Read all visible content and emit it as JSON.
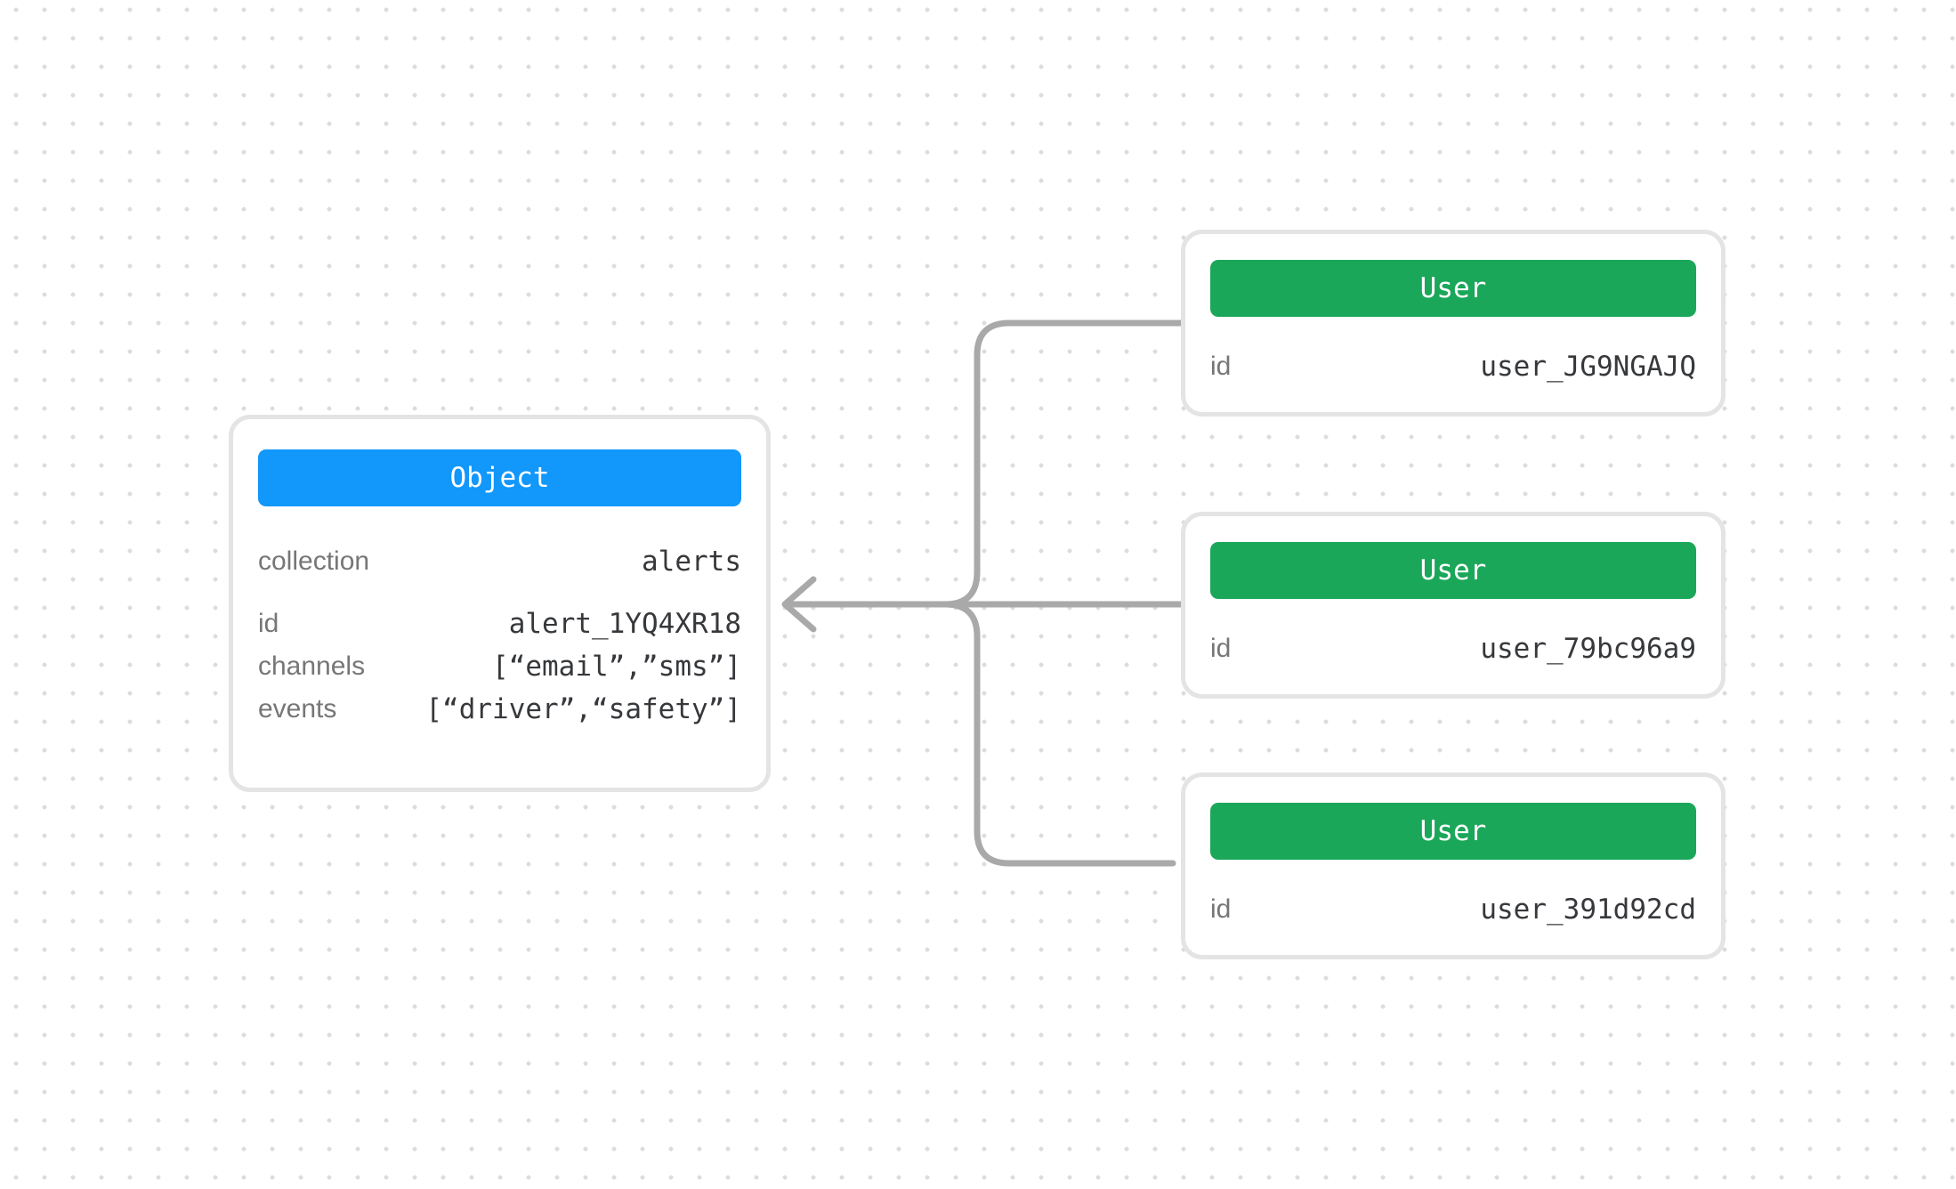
{
  "canvas": {
    "background": "#ffffff",
    "dot_color": "#dcdcdc"
  },
  "colors": {
    "object_header": "#1297fb",
    "user_header": "#1ba75a",
    "connector": "#a9a9a9",
    "card_border": "#e4e4e4",
    "label_text": "#767676",
    "value_text": "#36383b"
  },
  "object_card": {
    "title": "Object",
    "fields": [
      {
        "label": "collection",
        "value": "alerts"
      },
      {
        "label": "id",
        "value": "alert_1YQ4XR18"
      },
      {
        "label": "channels",
        "value": "[“email”,”sms”]"
      },
      {
        "label": "events",
        "value": "[“driver”,“safety”]"
      }
    ]
  },
  "user_cards": [
    {
      "title": "User",
      "fields": [
        {
          "label": "id",
          "value": "user_JG9NGAJQ"
        }
      ]
    },
    {
      "title": "User",
      "fields": [
        {
          "label": "id",
          "value": "user_79bc96a9"
        }
      ]
    },
    {
      "title": "User",
      "fields": [
        {
          "label": "id",
          "value": "user_391d92cd"
        }
      ]
    }
  ],
  "connector": {
    "arrow_direction": "left",
    "from": "user_cards",
    "to": "object_card"
  }
}
